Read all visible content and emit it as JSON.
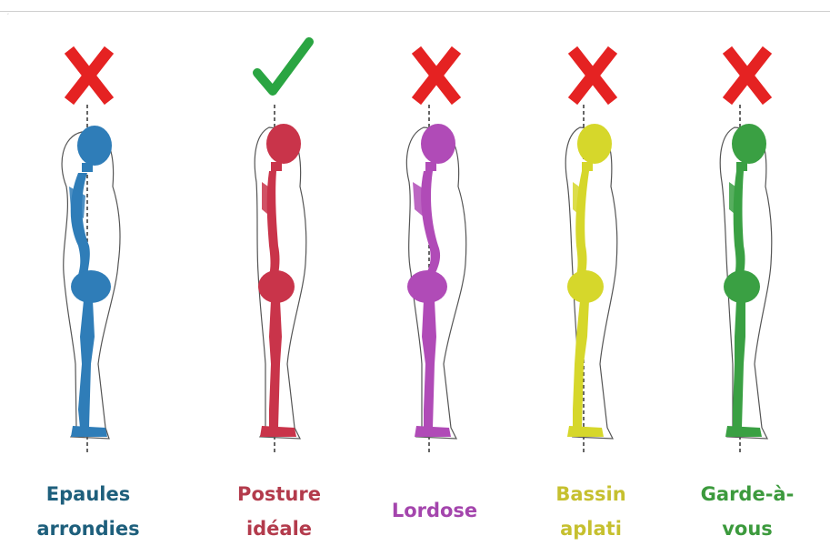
{
  "figures": [
    {
      "id": "epaules",
      "status": "wrong",
      "color": "#2f7db8",
      "label_lines": [
        "Epaules",
        "arrondies"
      ],
      "label_color": "#1e5f7c"
    },
    {
      "id": "ideale",
      "status": "correct",
      "color": "#c9344a",
      "label_lines": [
        "Posture",
        "idéale"
      ],
      "label_color": "#b33b4c"
    },
    {
      "id": "lordose",
      "status": "wrong",
      "color": "#b04bb7",
      "label_lines": [
        "Lordose"
      ],
      "label_color": "#a445ad"
    },
    {
      "id": "bassin",
      "status": "wrong",
      "color": "#d6d72b",
      "label_lines": [
        "Bassin",
        "aplati"
      ],
      "label_color": "#c6c02f"
    },
    {
      "id": "garde",
      "status": "wrong",
      "color": "#3aa043",
      "label_lines": [
        "Garde-à-",
        "vous"
      ],
      "label_color": "#3c9a3d"
    }
  ],
  "marks": {
    "wrong_icon": "red-x-icon",
    "correct_icon": "green-check-icon",
    "wrong_color": "#e52222",
    "correct_color": "#2aa542"
  }
}
